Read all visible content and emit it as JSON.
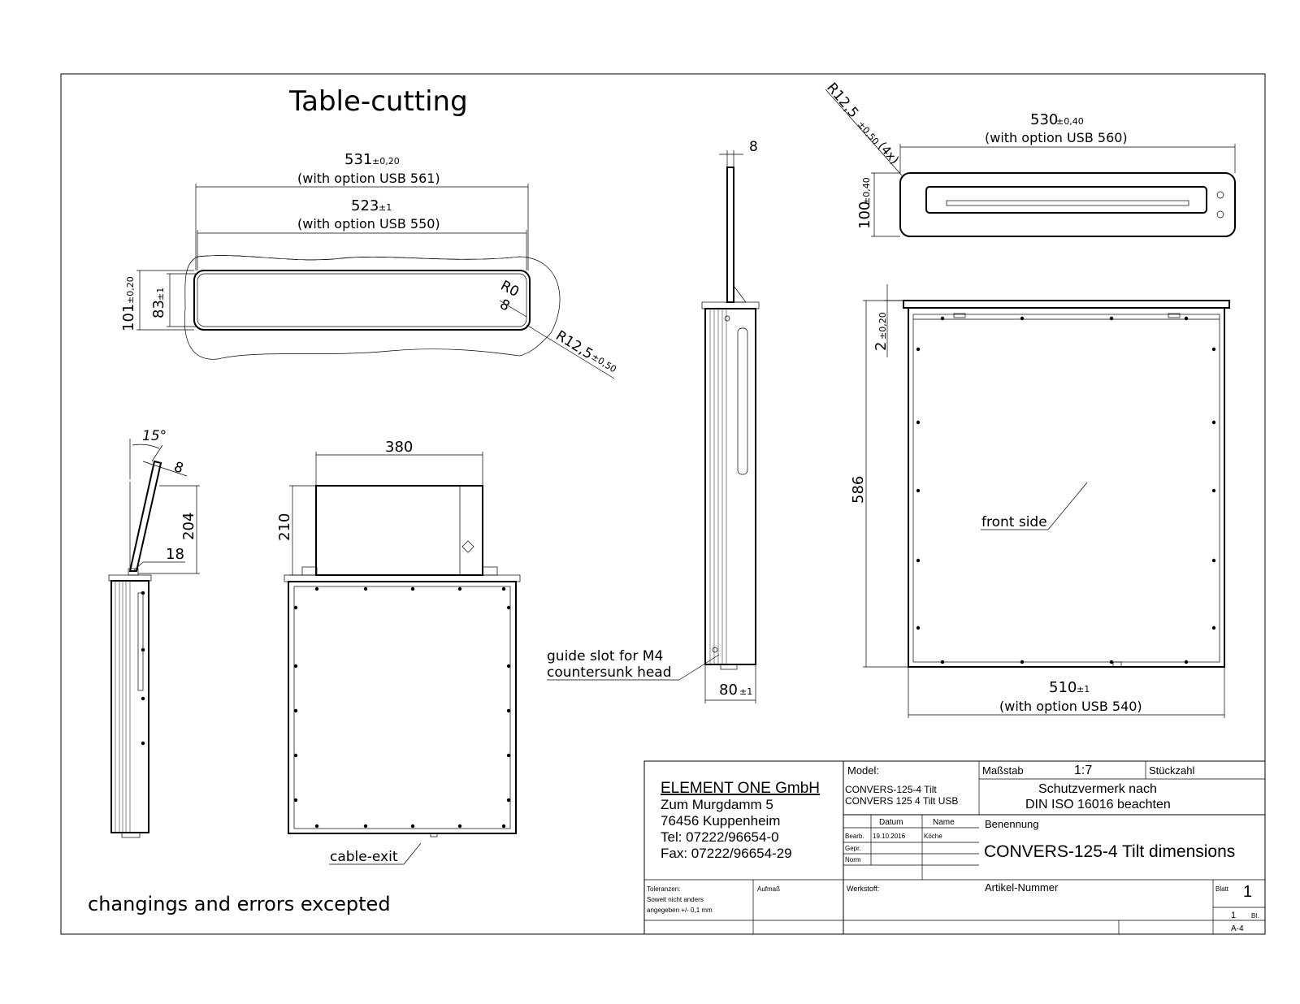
{
  "title": "Table-cutting",
  "disclaimer": "changings and errors excepted",
  "table_cutting": {
    "dim_531": "531",
    "tol_531": "±0,20",
    "option_561": "(with option USB 561)",
    "dim_523": "523",
    "tol_523": "±1",
    "option_550": "(with option USB 550)",
    "dim_101": "101",
    "tol_101": "±0,20",
    "dim_83": "83",
    "tol_83": "±1",
    "r0": "R0",
    "dim_8": "8",
    "r125": "R12,5",
    "tol_r125": "±0,50"
  },
  "side_view": {
    "angle": "15°",
    "dim_8": "8",
    "dim_204": "204",
    "dim_18": "18"
  },
  "front_view": {
    "dim_380": "380",
    "dim_210": "210",
    "cable_exit": "cable-exit"
  },
  "narrow_view": {
    "dim_8": "8",
    "dim_80": "80",
    "tol_80": "±1",
    "guide_line1": "guide slot for M4",
    "guide_line2": "countersunk head"
  },
  "top_view": {
    "r125": "R12,5",
    "tol_r125": "±0,50",
    "count": "(4x)",
    "dim_530": "530",
    "tol_530": "±0,40",
    "option_560": "(with option USB 560)",
    "dim_100": "100",
    "tol_100": "±0,40"
  },
  "big_view": {
    "dim_2": "2",
    "tol_2": "±0,20",
    "dim_586": "586",
    "front_side": "front side",
    "dim_510": "510",
    "tol_510": "±1",
    "option_540": "(with option USB 540)"
  },
  "title_block": {
    "company": "ELEMENT ONE GmbH",
    "street": "Zum Murgdamm 5",
    "city": "76456 Kuppenheim",
    "tel": "Tel: 07222/96654-0",
    "fax": "Fax: 07222/96654-29",
    "model_label": "Model:",
    "model_1": "CONVERS-125-4 Tilt",
    "model_2": "CONVERS 125 4 Tilt USB",
    "scale_label": "Maßstab",
    "scale_value": "1:7",
    "quantity_label": "Stückzahl",
    "protection_1": "Schutzvermerk nach",
    "protection_2": "DIN ISO 16016 beachten",
    "naming_label": "Benennung",
    "drawing_title": "CONVERS-125-4 Tilt dimensions",
    "col_date": "Datum",
    "col_name": "Name",
    "row_drawn": "Bearb.",
    "drawn_date": "19.10.2016",
    "drawn_name": "Köche",
    "row_checked": "Gepr.",
    "row_norm": "Norm",
    "tolerance_label": "Toleranzen:",
    "tolerance_line1": "Soweit nicht anders",
    "tolerance_line2": "angegeben +/- 0,1 mm",
    "surface_label": "Aufmaß",
    "material_label": "Werkstoff:",
    "article_label": "Artikel-Nummer",
    "sheet_label": "Blatt",
    "sheet_value": "1",
    "sheets_value": "1",
    "sheets_label": "Bl.",
    "format": "A-4"
  }
}
